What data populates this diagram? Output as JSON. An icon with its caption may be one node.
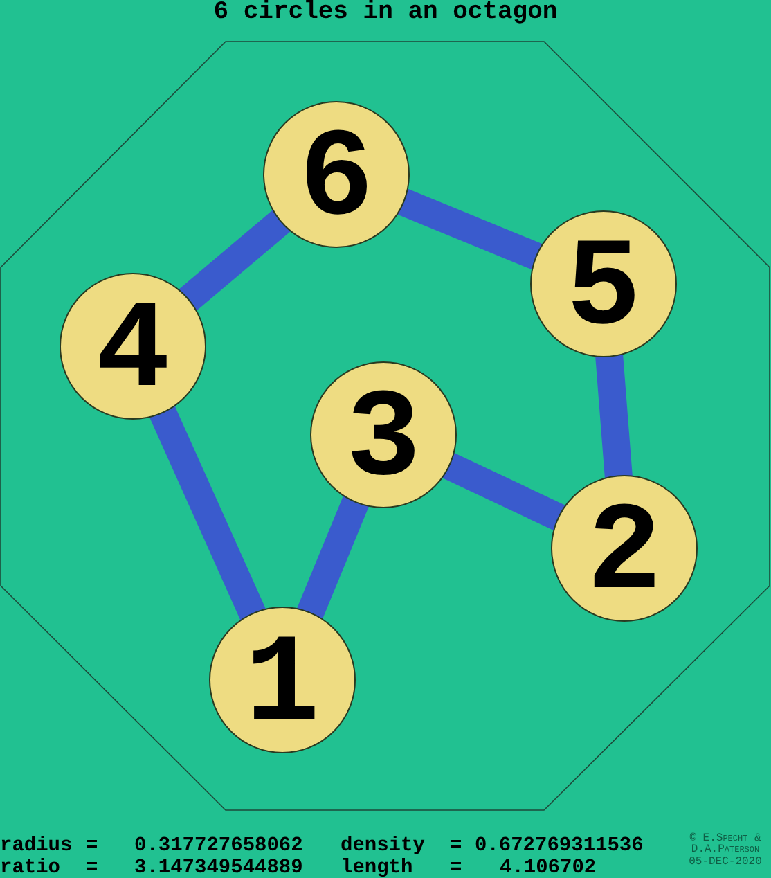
{
  "diagram": {
    "title": "6 circles in an octagon",
    "nodes": [
      {
        "text": [
          "1"
        ]
      },
      {
        "text": [
          "2"
        ]
      },
      {
        "text": [
          "3"
        ]
      },
      {
        "text": [
          "4"
        ]
      },
      {
        "text": [
          "5"
        ]
      },
      {
        "text": [
          "6"
        ]
      }
    ],
    "edges": [
      {
        "from": 0,
        "to": 3,
        "arrow": "none"
      },
      {
        "from": 0,
        "to": 2,
        "arrow": "none"
      },
      {
        "from": 2,
        "to": 1,
        "arrow": "none"
      },
      {
        "from": 1,
        "to": 4,
        "arrow": "none"
      },
      {
        "from": 4,
        "to": 5,
        "arrow": "none"
      },
      {
        "from": 5,
        "to": 3,
        "arrow": "none"
      }
    ],
    "labels": [
      "radius",
      "=",
      "0.317727658062",
      "density",
      "=",
      "0.672769311536",
      "ratio",
      "=",
      "3.147349544889",
      "length",
      "=",
      "4.106702",
      "© E.Specht & D.A.Paterson",
      "05-DEC-2020"
    ]
  }
}
